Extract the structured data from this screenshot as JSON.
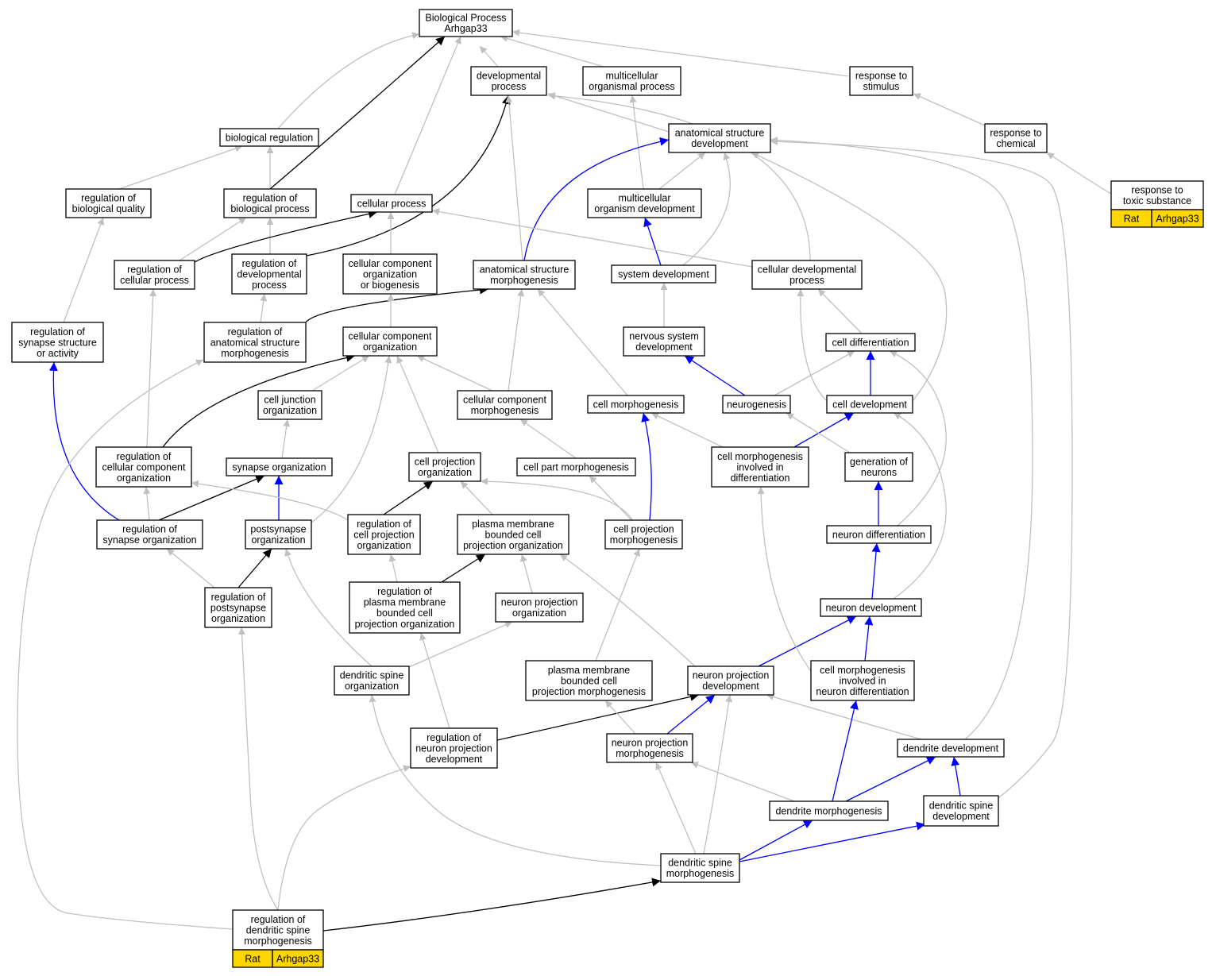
{
  "colors": {
    "is_a": "#c0c0c0",
    "part_of": "#0000ff",
    "regulates": "#000000",
    "annotation": "#ffd700"
  },
  "nodes": [
    {
      "id": "bp",
      "lines": [
        "Biological Process",
        "Arhgap33"
      ]
    },
    {
      "id": "devproc",
      "lines": [
        "developmental",
        "process"
      ]
    },
    {
      "id": "multproc",
      "lines": [
        "multicellular",
        "organismal process"
      ]
    },
    {
      "id": "respstim",
      "lines": [
        "response to",
        "stimulus"
      ]
    },
    {
      "id": "biolreg",
      "lines": [
        "biological regulation"
      ]
    },
    {
      "id": "anatdev",
      "lines": [
        "anatomical structure",
        "development"
      ]
    },
    {
      "id": "respchem",
      "lines": [
        "response to",
        "chemical"
      ]
    },
    {
      "id": "regbq",
      "lines": [
        "regulation of",
        "biological quality"
      ]
    },
    {
      "id": "regbp",
      "lines": [
        "regulation of",
        "biological process"
      ]
    },
    {
      "id": "cellproc",
      "lines": [
        "cellular process"
      ]
    },
    {
      "id": "multorgdev",
      "lines": [
        "multicellular",
        "organism development"
      ]
    },
    {
      "id": "resptox",
      "lines": [
        "response to",
        "toxic substance"
      ]
    },
    {
      "id": "regcp",
      "lines": [
        "regulation of",
        "cellular process"
      ]
    },
    {
      "id": "regdevp",
      "lines": [
        "regulation of",
        "developmental",
        "process"
      ]
    },
    {
      "id": "ccob",
      "lines": [
        "cellular component",
        "organization",
        "or biogenesis"
      ]
    },
    {
      "id": "anatmorph",
      "lines": [
        "anatomical structure",
        "morphogenesis"
      ]
    },
    {
      "id": "sysdev",
      "lines": [
        "system development"
      ]
    },
    {
      "id": "celldevp",
      "lines": [
        "cellular developmental",
        "process"
      ]
    },
    {
      "id": "regsynact",
      "lines": [
        "regulation of",
        "synapse structure",
        "or activity"
      ]
    },
    {
      "id": "reganatmorph",
      "lines": [
        "regulation of",
        "anatomical structure",
        "morphogenesis"
      ]
    },
    {
      "id": "cco",
      "lines": [
        "cellular component",
        "organization"
      ]
    },
    {
      "id": "nsdev",
      "lines": [
        "nervous system",
        "development"
      ]
    },
    {
      "id": "celldiff",
      "lines": [
        "cell differentiation"
      ]
    },
    {
      "id": "celljunc",
      "lines": [
        "cell junction",
        "organization"
      ]
    },
    {
      "id": "ccmorph",
      "lines": [
        "cellular component",
        "morphogenesis"
      ]
    },
    {
      "id": "cellmorph",
      "lines": [
        "cell morphogenesis"
      ]
    },
    {
      "id": "neurogen",
      "lines": [
        "neurogenesis"
      ]
    },
    {
      "id": "celldev",
      "lines": [
        "cell development"
      ]
    },
    {
      "id": "regcco",
      "lines": [
        "regulation of",
        "cellular component",
        "organization"
      ]
    },
    {
      "id": "synorg",
      "lines": [
        "synapse organization"
      ]
    },
    {
      "id": "cpo",
      "lines": [
        "cell projection",
        "organization"
      ]
    },
    {
      "id": "cpmorph",
      "lines": [
        "cell part morphogenesis"
      ]
    },
    {
      "id": "cmdiff",
      "lines": [
        "cell morphogenesis",
        "involved in",
        "differentiation"
      ]
    },
    {
      "id": "genneur",
      "lines": [
        "generation of",
        "neurons"
      ]
    },
    {
      "id": "regsynorg",
      "lines": [
        "regulation of",
        "synapse organization"
      ]
    },
    {
      "id": "postsynorg",
      "lines": [
        "postsynapse",
        "organization"
      ]
    },
    {
      "id": "regcpo",
      "lines": [
        "regulation of",
        "cell projection",
        "organization"
      ]
    },
    {
      "id": "pmbcpo",
      "lines": [
        "plasma membrane",
        "bounded cell",
        "projection organization"
      ]
    },
    {
      "id": "cprojmorph",
      "lines": [
        "cell projection",
        "morphogenesis"
      ]
    },
    {
      "id": "neurdiff",
      "lines": [
        "neuron differentiation"
      ]
    },
    {
      "id": "regpostsyn",
      "lines": [
        "regulation of",
        "postsynapse",
        "organization"
      ]
    },
    {
      "id": "regpmbcpo",
      "lines": [
        "regulation of",
        "plasma membrane",
        "bounded cell",
        "projection organization"
      ]
    },
    {
      "id": "npo",
      "lines": [
        "neuron projection",
        "organization"
      ]
    },
    {
      "id": "neurdev",
      "lines": [
        "neuron development"
      ]
    },
    {
      "id": "dsorg",
      "lines": [
        "dendritic spine",
        "organization"
      ]
    },
    {
      "id": "pmbcpm",
      "lines": [
        "plasma membrane",
        "bounded cell",
        "projection morphogenesis"
      ]
    },
    {
      "id": "npdev",
      "lines": [
        "neuron projection",
        "development"
      ]
    },
    {
      "id": "cmneurdiff",
      "lines": [
        "cell morphogenesis",
        "involved in",
        "neuron differentiation"
      ]
    },
    {
      "id": "regnpdev",
      "lines": [
        "regulation of",
        "neuron projection",
        "development"
      ]
    },
    {
      "id": "npmorph",
      "lines": [
        "neuron projection",
        "morphogenesis"
      ]
    },
    {
      "id": "dendev",
      "lines": [
        "dendrite development"
      ]
    },
    {
      "id": "denmorph",
      "lines": [
        "dendrite morphogenesis"
      ]
    },
    {
      "id": "dsdev",
      "lines": [
        "dendritic spine",
        "development"
      ]
    },
    {
      "id": "dsmorph",
      "lines": [
        "dendritic spine",
        "morphogenesis"
      ]
    },
    {
      "id": "regdsmorph",
      "lines": [
        "regulation of",
        "dendritic spine",
        "morphogenesis"
      ]
    }
  ],
  "annotations": [
    {
      "node": "resptox",
      "species": "Rat",
      "gene": "Arhgap33"
    },
    {
      "node": "regdsmorph",
      "species": "Rat",
      "gene": "Arhgap33"
    }
  ],
  "edges": [
    {
      "from": "devproc",
      "to": "bp",
      "type": "is_a"
    },
    {
      "from": "multproc",
      "to": "bp",
      "type": "is_a"
    },
    {
      "from": "respstim",
      "to": "bp",
      "type": "is_a"
    },
    {
      "from": "biolreg",
      "to": "bp",
      "type": "is_a"
    },
    {
      "from": "cellproc",
      "to": "bp",
      "type": "is_a"
    },
    {
      "from": "regbp",
      "to": "bp",
      "type": "regulates"
    },
    {
      "from": "anatdev",
      "to": "devproc",
      "type": "is_a"
    },
    {
      "from": "respchem",
      "to": "respstim",
      "type": "is_a"
    },
    {
      "from": "resptox",
      "to": "respchem",
      "type": "is_a"
    },
    {
      "from": "regbq",
      "to": "biolreg",
      "type": "is_a"
    },
    {
      "from": "regbp",
      "to": "biolreg",
      "type": "is_a"
    },
    {
      "from": "regcp",
      "to": "regbp",
      "type": "is_a"
    },
    {
      "from": "regdevp",
      "to": "regbp",
      "type": "is_a"
    },
    {
      "from": "regcp",
      "to": "cellproc",
      "type": "regulates"
    },
    {
      "from": "regdevp",
      "to": "devproc",
      "type": "regulates"
    },
    {
      "from": "anatmorph",
      "to": "devproc",
      "type": "is_a"
    },
    {
      "from": "multorgdev",
      "to": "multproc",
      "type": "is_a"
    },
    {
      "from": "multorgdev",
      "to": "anatdev",
      "type": "is_a"
    },
    {
      "from": "sysdev",
      "to": "multorgdev",
      "type": "part_of"
    },
    {
      "from": "sysdev",
      "to": "anatdev",
      "type": "is_a"
    },
    {
      "from": "anatmorph",
      "to": "anatdev",
      "type": "part_of"
    },
    {
      "from": "celldevp",
      "to": "devproc",
      "type": "is_a"
    },
    {
      "from": "celldevp",
      "to": "cellproc",
      "type": "is_a"
    },
    {
      "from": "ccob",
      "to": "cellproc",
      "type": "is_a"
    },
    {
      "from": "regsynact",
      "to": "regbq",
      "type": "is_a"
    },
    {
      "from": "reganatmorph",
      "to": "regdevp",
      "type": "is_a"
    },
    {
      "from": "reganatmorph",
      "to": "anatmorph",
      "type": "regulates"
    },
    {
      "from": "cco",
      "to": "ccob",
      "type": "is_a"
    },
    {
      "from": "nsdev",
      "to": "sysdev",
      "type": "is_a"
    },
    {
      "from": "celldiff",
      "to": "celldevp",
      "type": "is_a"
    },
    {
      "from": "celljunc",
      "to": "cco",
      "type": "is_a"
    },
    {
      "from": "ccmorph",
      "to": "cco",
      "type": "is_a"
    },
    {
      "from": "ccmorph",
      "to": "anatmorph",
      "type": "is_a"
    },
    {
      "from": "cellmorph",
      "to": "anatmorph",
      "type": "is_a"
    },
    {
      "from": "neurogen",
      "to": "nsdev",
      "type": "part_of"
    },
    {
      "from": "neurogen",
      "to": "celldiff",
      "type": "is_a"
    },
    {
      "from": "celldev",
      "to": "celldiff",
      "type": "part_of"
    },
    {
      "from": "celldev",
      "to": "celldevp",
      "type": "is_a"
    },
    {
      "from": "celldev",
      "to": "anatdev",
      "type": "is_a"
    },
    {
      "from": "regcco",
      "to": "cco",
      "type": "regulates"
    },
    {
      "from": "regcco",
      "to": "regcp",
      "type": "is_a"
    },
    {
      "from": "synorg",
      "to": "celljunc",
      "type": "is_a"
    },
    {
      "from": "cpo",
      "to": "cco",
      "type": "is_a"
    },
    {
      "from": "cpmorph",
      "to": "ccmorph",
      "type": "is_a"
    },
    {
      "from": "cmdiff",
      "to": "cellmorph",
      "type": "is_a"
    },
    {
      "from": "cmdiff",
      "to": "celldev",
      "type": "part_of"
    },
    {
      "from": "genneur",
      "to": "neurogen",
      "type": "is_a"
    },
    {
      "from": "regsynorg",
      "to": "regsynact",
      "type": "part_of"
    },
    {
      "from": "regsynorg",
      "to": "regcco",
      "type": "is_a"
    },
    {
      "from": "regsynorg",
      "to": "synorg",
      "type": "regulates"
    },
    {
      "from": "postsynorg",
      "to": "synorg",
      "type": "part_of"
    },
    {
      "from": "postsynorg",
      "to": "cco",
      "type": "is_a"
    },
    {
      "from": "regcpo",
      "to": "cpo",
      "type": "regulates"
    },
    {
      "from": "regcpo",
      "to": "regcco",
      "type": "is_a"
    },
    {
      "from": "pmbcpo",
      "to": "cpo",
      "type": "is_a"
    },
    {
      "from": "cprojmorph",
      "to": "cpo",
      "type": "is_a"
    },
    {
      "from": "cprojmorph",
      "to": "cellmorph",
      "type": "part_of"
    },
    {
      "from": "cprojmorph",
      "to": "cpmorph",
      "type": "is_a"
    },
    {
      "from": "neurdiff",
      "to": "genneur",
      "type": "part_of"
    },
    {
      "from": "neurdiff",
      "to": "celldiff",
      "type": "is_a"
    },
    {
      "from": "regpostsyn",
      "to": "postsynorg",
      "type": "regulates"
    },
    {
      "from": "regpostsyn",
      "to": "regsynorg",
      "type": "is_a"
    },
    {
      "from": "regpmbcpo",
      "to": "pmbcpo",
      "type": "regulates"
    },
    {
      "from": "regpmbcpo",
      "to": "regcpo",
      "type": "is_a"
    },
    {
      "from": "npo",
      "to": "pmbcpo",
      "type": "is_a"
    },
    {
      "from": "neurdev",
      "to": "neurdiff",
      "type": "part_of"
    },
    {
      "from": "neurdev",
      "to": "celldev",
      "type": "is_a"
    },
    {
      "from": "dsorg",
      "to": "postsynorg",
      "type": "is_a"
    },
    {
      "from": "dsorg",
      "to": "npo",
      "type": "is_a"
    },
    {
      "from": "pmbcpm",
      "to": "cprojmorph",
      "type": "is_a"
    },
    {
      "from": "npdev",
      "to": "neurdev",
      "type": "part_of"
    },
    {
      "from": "npdev",
      "to": "pmbcpo",
      "type": "is_a"
    },
    {
      "from": "cmneurdiff",
      "to": "neurdev",
      "type": "part_of"
    },
    {
      "from": "cmneurdiff",
      "to": "cmdiff",
      "type": "is_a"
    },
    {
      "from": "regnpdev",
      "to": "npdev",
      "type": "regulates"
    },
    {
      "from": "regnpdev",
      "to": "regpmbcpo",
      "type": "is_a"
    },
    {
      "from": "npmorph",
      "to": "npdev",
      "type": "part_of"
    },
    {
      "from": "npmorph",
      "to": "pmbcpm",
      "type": "is_a"
    },
    {
      "from": "dendev",
      "to": "npdev",
      "type": "is_a"
    },
    {
      "from": "dendev",
      "to": "anatdev",
      "type": "is_a"
    },
    {
      "from": "denmorph",
      "to": "dendev",
      "type": "part_of"
    },
    {
      "from": "denmorph",
      "to": "cmneurdiff",
      "type": "part_of"
    },
    {
      "from": "denmorph",
      "to": "npmorph",
      "type": "is_a"
    },
    {
      "from": "dsdev",
      "to": "dendev",
      "type": "part_of"
    },
    {
      "from": "dsdev",
      "to": "anatdev",
      "type": "is_a"
    },
    {
      "from": "dsmorph",
      "to": "denmorph",
      "type": "part_of"
    },
    {
      "from": "dsmorph",
      "to": "dsdev",
      "type": "part_of"
    },
    {
      "from": "dsmorph",
      "to": "npmorph",
      "type": "is_a"
    },
    {
      "from": "dsmorph",
      "to": "npdev",
      "type": "is_a"
    },
    {
      "from": "dsmorph",
      "to": "dsorg",
      "type": "is_a"
    },
    {
      "from": "regdsmorph",
      "to": "dsmorph",
      "type": "regulates"
    },
    {
      "from": "regdsmorph",
      "to": "regpostsyn",
      "type": "is_a"
    },
    {
      "from": "regdsmorph",
      "to": "regnpdev",
      "type": "is_a"
    },
    {
      "from": "regdsmorph",
      "to": "reganatmorph",
      "type": "is_a"
    }
  ]
}
